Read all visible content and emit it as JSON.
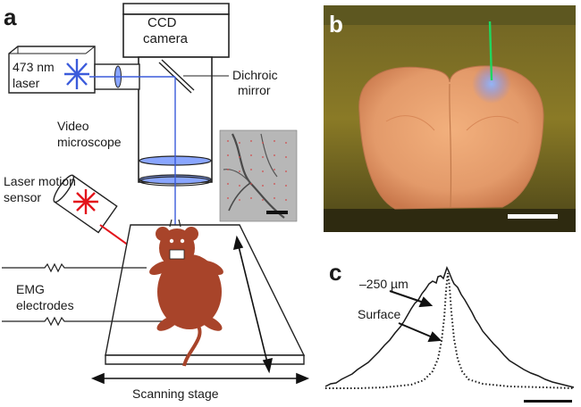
{
  "panels": {
    "a": {
      "letter": "a",
      "camera_label_line1": "CCD",
      "camera_label_line2": "camera",
      "laser_label_line1": "473 nm",
      "laser_label_line2": "laser",
      "mirror_label_line1": "Dichroic",
      "mirror_label_line2": "mirror",
      "scope_label_line1": "Video",
      "scope_label_line2": "microscope",
      "motion_label_line1": "Laser motion",
      "motion_label_line2": "sensor",
      "emg_label_line1": "EMG",
      "emg_label_line2": "electrodes",
      "stage_label": "Scanning stage"
    },
    "b": {
      "letter": "b"
    },
    "c": {
      "letter": "c",
      "depth_label": "–250 µm",
      "surface_label": "Surface"
    }
  },
  "colors": {
    "beam": "#3b5bdb",
    "laser_red": "#e3141b",
    "mouse": "#a8442a",
    "photo_bg": "#7a6a1e",
    "brain": "#e39a6a",
    "fiber": "#1fd65f"
  }
}
